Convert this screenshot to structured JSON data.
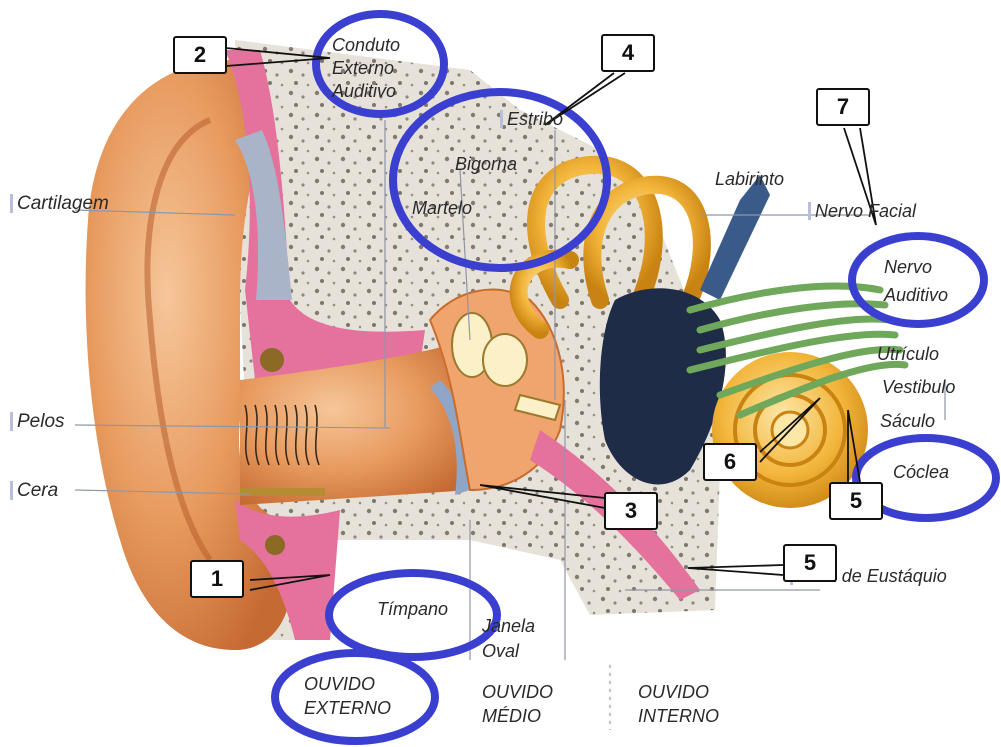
{
  "structures": {
    "conduto": [
      "Conduto",
      "Externo",
      "Auditivo"
    ],
    "cartilagem": "Cartilagem",
    "pelos": "Pelos",
    "cera": "Cera",
    "estribo": "Estribo",
    "bigorna": "Bigorna",
    "martelo": "Martelo",
    "labirinto": "Labirinto",
    "nervo_facial": "Nervo Facial",
    "nervo_auditivo": [
      "Nervo",
      "Auditivo"
    ],
    "utriculo": "Utrículo",
    "vestibulo": "Vestibulo",
    "saculo": "Sáculo",
    "coclea": "Cóclea",
    "tuba": "Tuba de Eustáquio",
    "timpano": "Tímpano",
    "janela_oval": [
      "Janela",
      "Oval"
    ]
  },
  "zones": {
    "externo": [
      "OUVIDO",
      "EXTERNO"
    ],
    "medio": [
      "OUVIDO",
      "MÉDIO"
    ],
    "interno": [
      "OUVIDO",
      "INTERNO"
    ]
  },
  "callouts": {
    "n1": "1",
    "n2": "2",
    "n3": "3",
    "n4": "4",
    "n5a": "5",
    "n5b": "5",
    "n6": "6",
    "n7": "7"
  },
  "colors": {
    "highlight_circle": "#3a3fd0",
    "skin": "#e79a5e",
    "cartilage_pink": "#e5729c",
    "canal_gray": "#a9b4c8",
    "bone": "#e3ddd4",
    "cochlea_gold": "#f2b53a",
    "nerve_green": "#6fa85a",
    "vestibule_dark": "#1f2c48"
  }
}
